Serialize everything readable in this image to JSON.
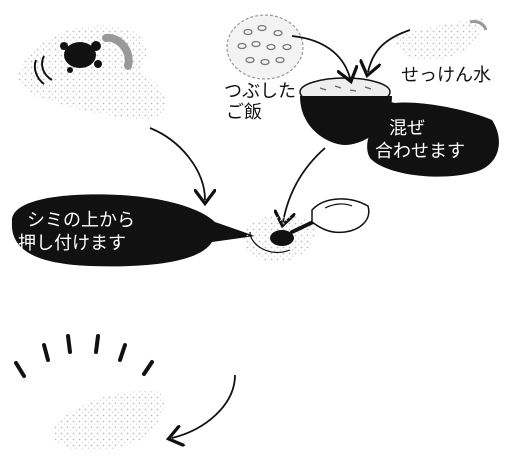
{
  "labels": {
    "mashed_rice_line1": "つぶした",
    "mashed_rice_line2": "ご飯",
    "soapy_water": "せっけん水"
  },
  "bubbles": {
    "mix_line1": "混ぜ",
    "mix_line2": "合わせます",
    "press_line1": "シミの上から",
    "press_line2": "押し付けます"
  },
  "icons": [
    "stained-shirt",
    "rice-ball",
    "soap-water",
    "mixing-bowl",
    "hand-with-spoon",
    "clean-shirt"
  ],
  "colors": {
    "ink": "#111111",
    "paper": "#ffffff",
    "fabric": "#d9d9d9"
  }
}
